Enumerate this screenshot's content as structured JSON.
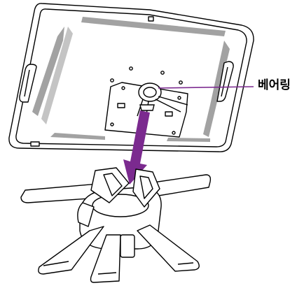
{
  "callout": {
    "label": "베어링"
  },
  "colors": {
    "line": "#000000",
    "fill": "#ffffff",
    "arrow": "#7b2a8f",
    "leader": "#7b2a8f"
  },
  "icons": [
    "display-back-panel",
    "bearing-icon",
    "stand-base",
    "down-arrow-icon"
  ]
}
